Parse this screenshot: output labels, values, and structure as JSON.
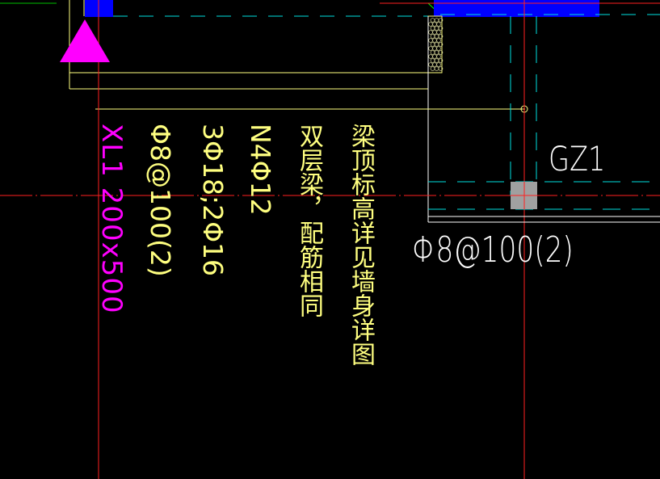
{
  "annotations": {
    "beam_id": "XL1 200x500",
    "stirrup": "Φ8@100(2)",
    "main_bars": "3Φ18;2Φ16",
    "side_bars": "N4Φ12",
    "note_double_beam": "双层梁，配筋相同",
    "note_top_elevation": "梁顶标高详见墙身详图"
  },
  "column": {
    "label": "GZ1",
    "stirrup": "Φ8@100(2)"
  },
  "colors": {
    "background": "#000000",
    "beam_text": "#ff00ff",
    "note_text": "#ffff80",
    "white_text": "#ffffff",
    "axis_line": "#ff2020",
    "cyan_dash": "#00e0e0",
    "wall_line": "#ffff80",
    "blue_fill": "#0000ff",
    "magenta_marker": "#ff00ff",
    "column_fill": "#a0a0a0"
  }
}
